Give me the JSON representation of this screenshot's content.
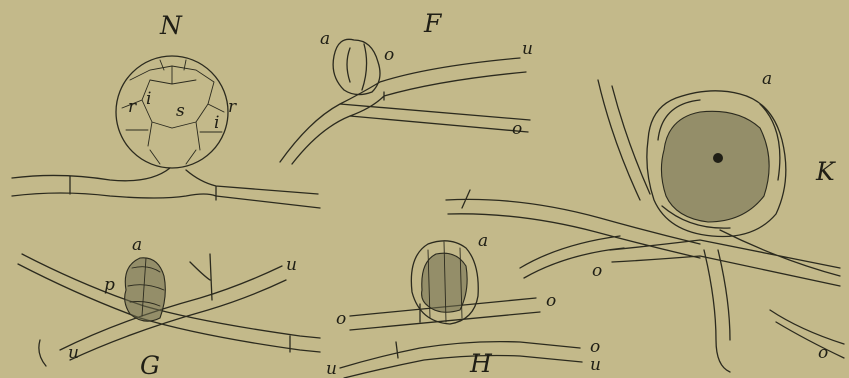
{
  "figures": {
    "N": {
      "label": "N",
      "parts": [
        "r",
        "i",
        "s",
        "i",
        "r"
      ]
    },
    "F": {
      "label": "F",
      "parts": [
        "a",
        "o",
        "u",
        "o"
      ]
    },
    "K": {
      "label": "K",
      "parts": [
        "a",
        "o",
        "o"
      ]
    },
    "G": {
      "label": "G",
      "parts": [
        "a",
        "p",
        "u",
        "u"
      ]
    },
    "H": {
      "label": "H",
      "parts": [
        "a",
        "o",
        "o",
        "o",
        "u",
        "u"
      ]
    }
  },
  "colors": {
    "paper": "#c3b98a",
    "ink": "#2b2a1e"
  }
}
